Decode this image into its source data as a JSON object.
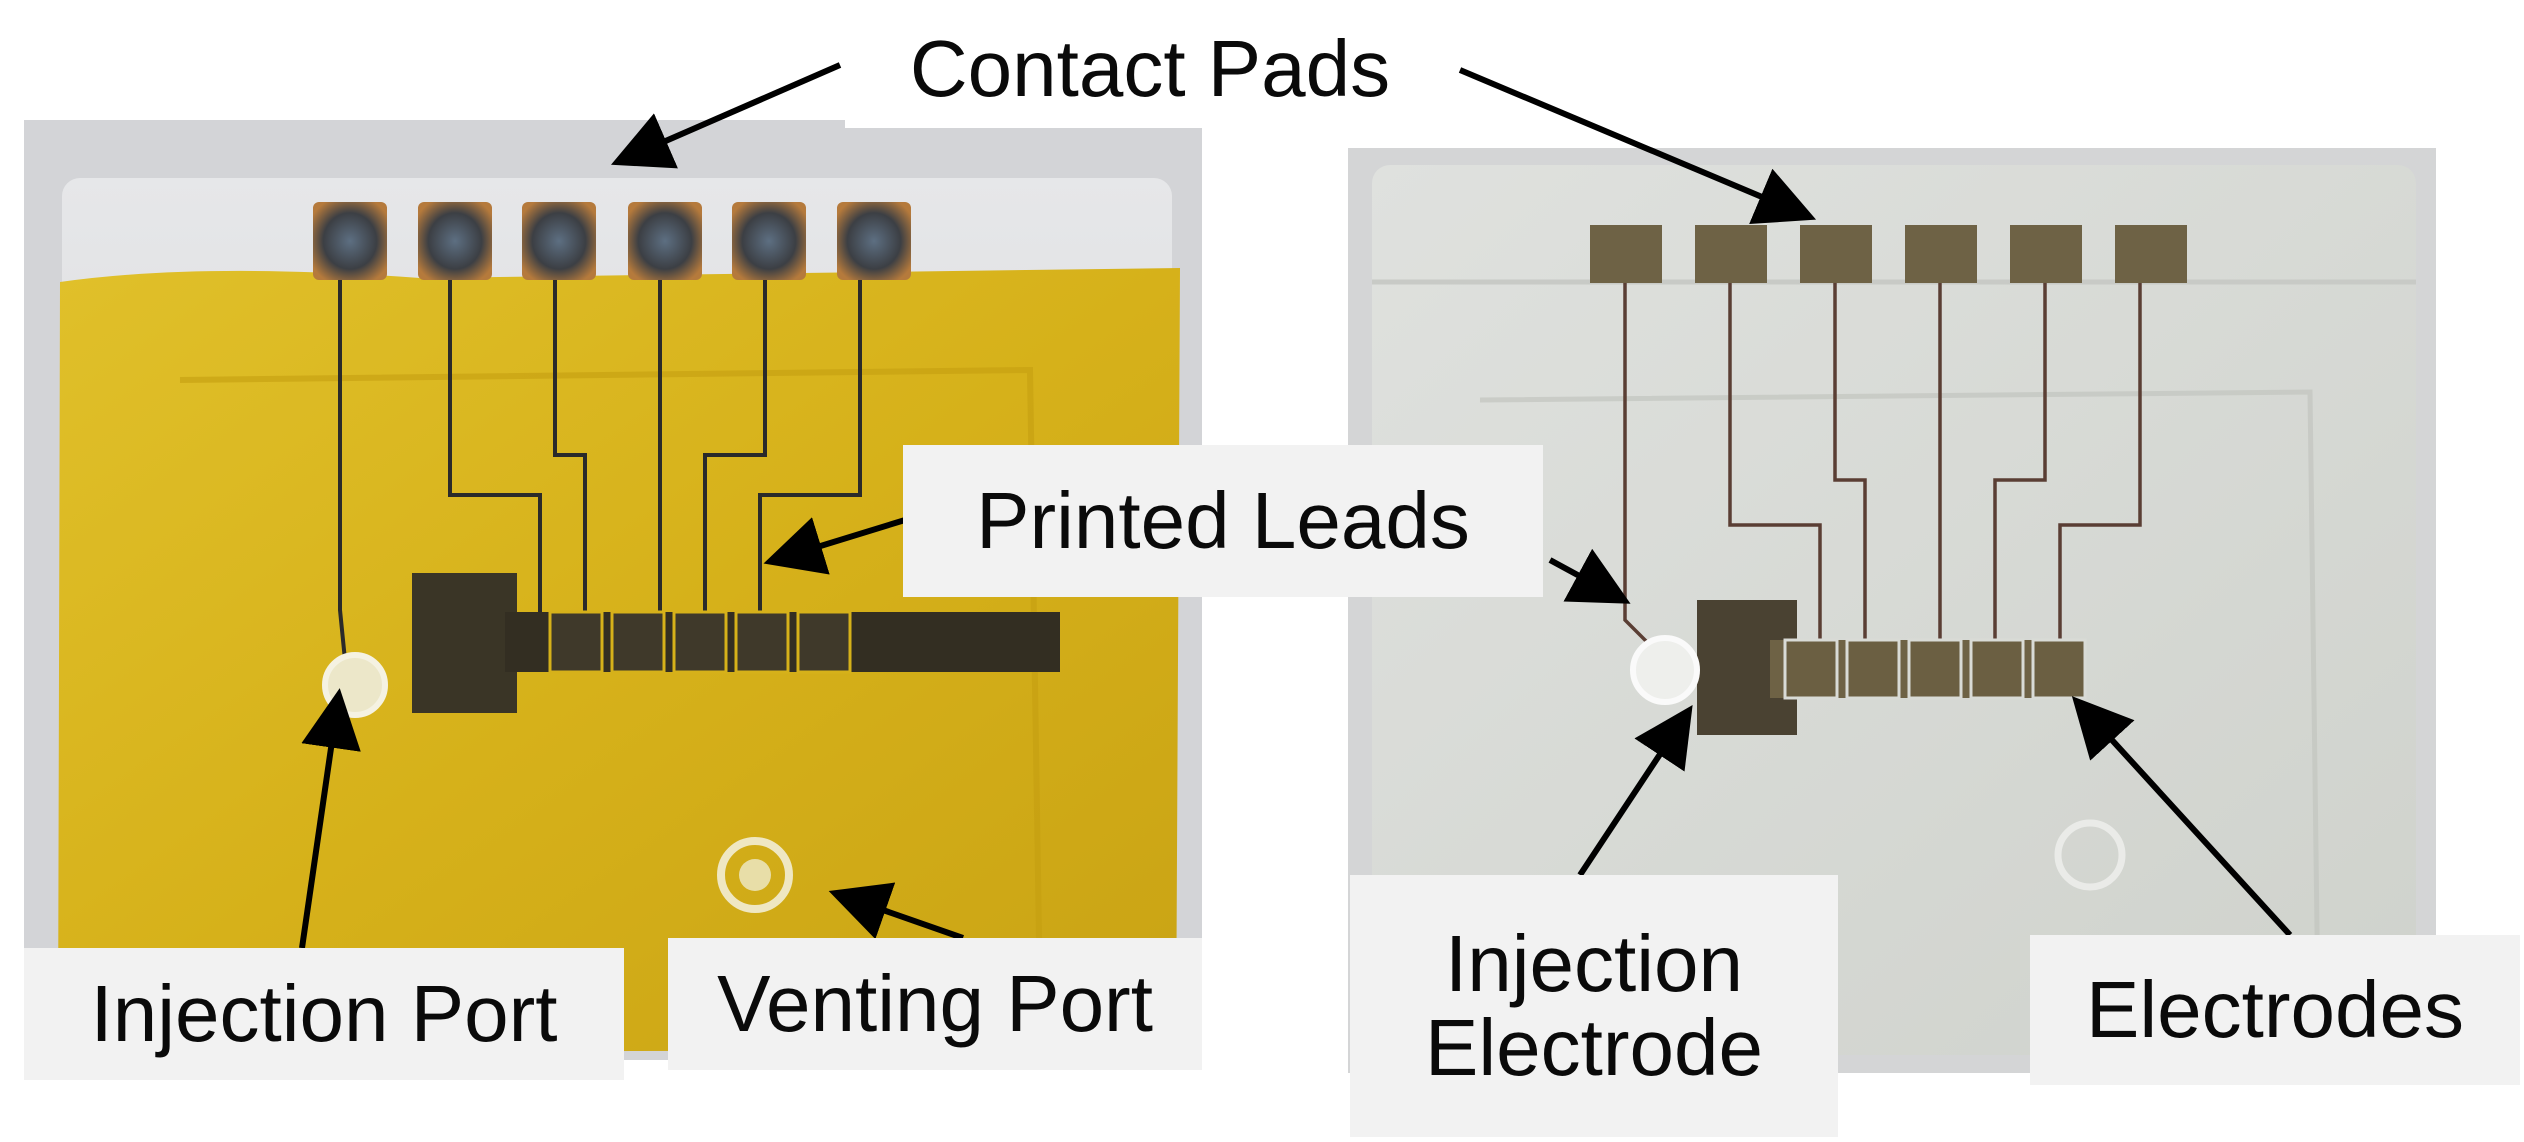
{
  "labels": {
    "contact_pads": "Contact Pads",
    "printed_leads": "Printed Leads",
    "injection_port": "Injection Port",
    "venting_port": "Venting Port",
    "injection_electrode_line1": "Injection",
    "injection_electrode_line2": "Electrode",
    "electrodes": "Electrodes"
  },
  "colors": {
    "background": "#ffffff",
    "glass_edge": "#d9dadc",
    "yellow_film": "#d8b51c",
    "yellow_dark": "#b89410",
    "clear_film": "#d9dbd6",
    "electrode_dark": "#3a3526",
    "electrode_clear": "#6e6245",
    "trace": "#2a2a2a",
    "label_box": "#f2f2f2",
    "arrow": "#000000"
  },
  "left_device": {
    "contact_pads": 6,
    "electrodes": 5
  },
  "right_device": {
    "contact_pads": 6,
    "electrodes": 5
  }
}
